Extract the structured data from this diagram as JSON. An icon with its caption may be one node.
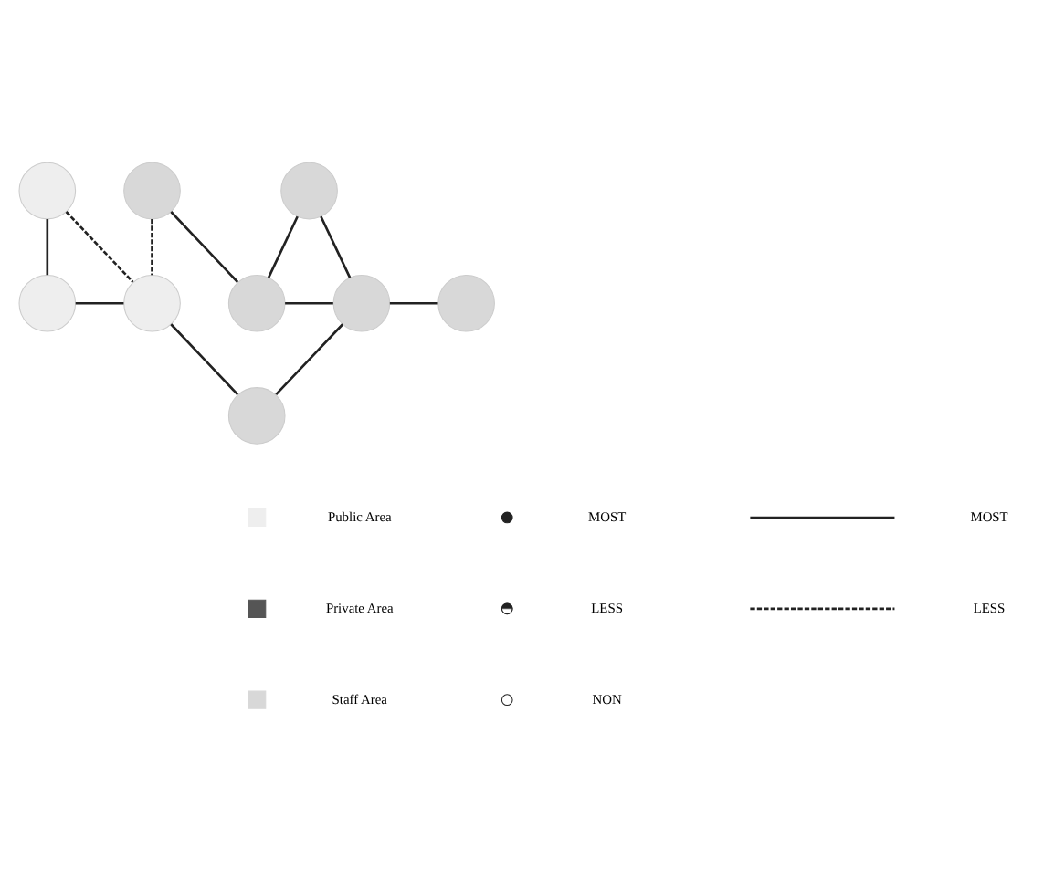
{
  "diagram": {
    "nodes": [
      {
        "text": [],
        "shape": "circle"
      },
      {
        "text": [],
        "shape": "circle"
      },
      {
        "text": [],
        "shape": "circle"
      },
      {
        "text": [],
        "shape": "circle"
      },
      {
        "text": [],
        "shape": "circle"
      },
      {
        "text": [],
        "shape": "circle"
      },
      {
        "text": [],
        "shape": "circle"
      },
      {
        "text": [],
        "shape": "circle"
      },
      {
        "text": [],
        "shape": "circle"
      }
    ],
    "edges": [
      {
        "from": 3,
        "to": 0,
        "arrow": "none"
      },
      {
        "from": 0,
        "to": 4,
        "arrow": "none",
        "style": "dashed"
      },
      {
        "from": 1,
        "to": 4,
        "arrow": "none",
        "style": "dashed"
      },
      {
        "from": 1,
        "to": 5,
        "arrow": "none"
      },
      {
        "from": 2,
        "to": 5,
        "arrow": "none"
      },
      {
        "from": 2,
        "to": 6,
        "arrow": "none"
      },
      {
        "from": 3,
        "to": 4,
        "arrow": "none"
      },
      {
        "from": 5,
        "to": 6,
        "arrow": "none"
      },
      {
        "from": 6,
        "to": 7,
        "arrow": "none"
      },
      {
        "from": 4,
        "to": 8,
        "arrow": "none"
      },
      {
        "from": 6,
        "to": 8,
        "arrow": "none"
      }
    ],
    "legend": [
      {
        "text": "Public Area",
        "color": "#eeeeee"
      },
      {
        "text": "Private Area",
        "color": "#555555"
      },
      {
        "text": "Staff Area",
        "color": "#d8d8d8"
      },
      {
        "text": "MOST"
      },
      {
        "text": "LESS"
      },
      {
        "text": "NON"
      },
      {
        "text": "MOST"
      },
      {
        "text": "LESS"
      }
    ]
  }
}
